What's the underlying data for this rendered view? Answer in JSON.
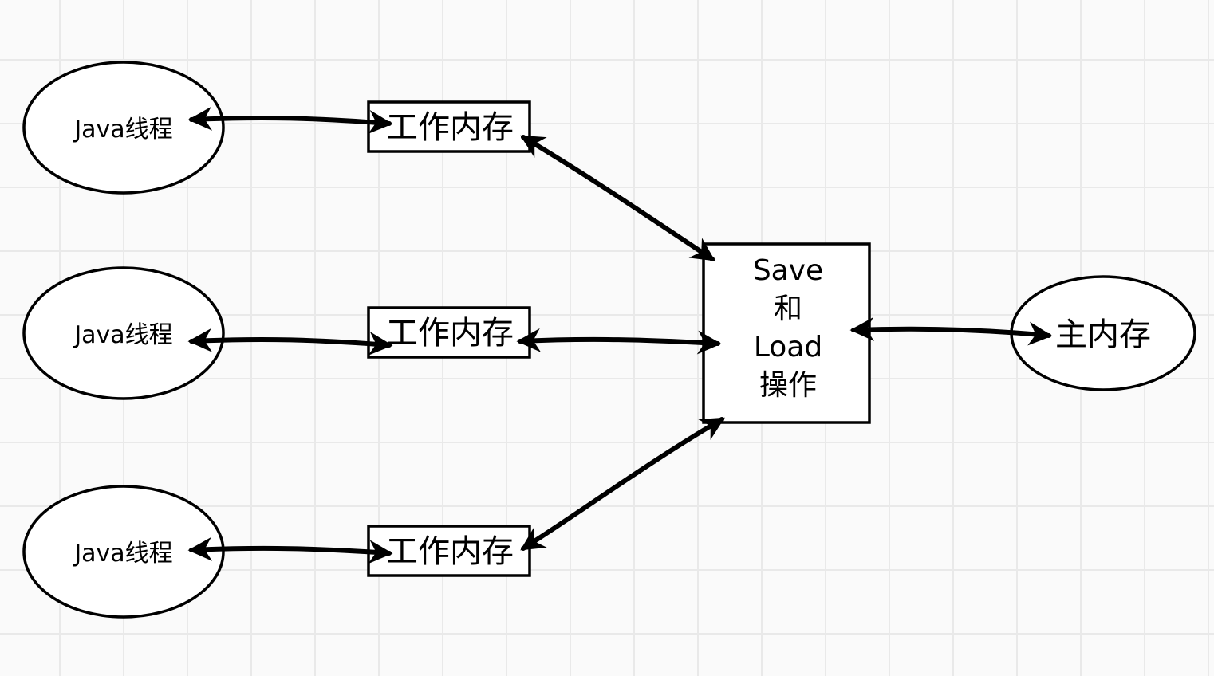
{
  "diagram": {
    "threads": [
      {
        "label": "Java线程"
      },
      {
        "label": "Java线程"
      },
      {
        "label": "Java线程"
      }
    ],
    "working_memories": [
      {
        "label": "工作内存"
      },
      {
        "label": "工作内存"
      },
      {
        "label": "工作内存"
      }
    ],
    "operation": {
      "lines": [
        "Save",
        "和",
        "Load",
        "操作"
      ]
    },
    "main_memory": {
      "label": "主内存"
    }
  }
}
